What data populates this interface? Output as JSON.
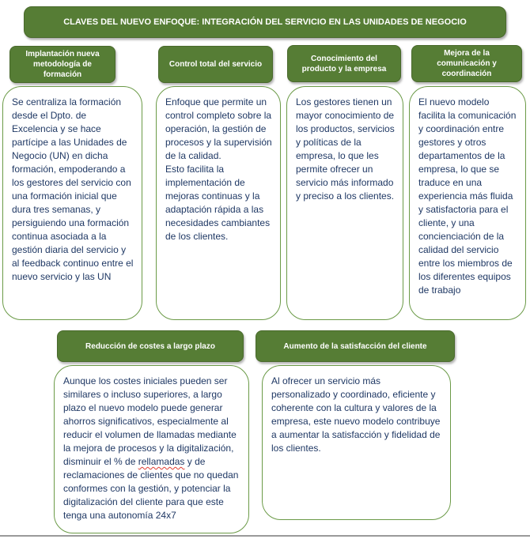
{
  "banner": {
    "text": "CLAVES DEL NUEVO ENFOQUE: INTEGRACIÓN DEL SERVICIO EN LAS UNIDADES DE NEGOCIO"
  },
  "cards": [
    {
      "title": "Implantación nueva metodología de formación",
      "body": "Se centraliza la formación desde el Dpto. de Excelencia y se hace partícipe a las Unidades de Negocio (UN) en dicha formación, empoderando a los gestores del servicio con una formación inicial que dura tres semanas, y persiguiendo una formación continua asociada a la gestión diaria del servicio y al feedback continuo entre el nuevo servicio y las UN"
    },
    {
      "title": "Control total del servicio",
      "body": "Enfoque que permite un control completo sobre la operación, la gestión de procesos y la supervisión de la calidad.\nEsto facilita la implementación de mejoras continuas y la adaptación rápida a las necesidades cambiantes de los clientes."
    },
    {
      "title": "Conocimiento del producto y la empresa",
      "body": "Los gestores tienen un mayor conocimiento de los productos, servicios y políticas de la empresa, lo que les permite ofrecer un servicio más informado y preciso a los clientes."
    },
    {
      "title": "Mejora de la comunicación y coordinación",
      "body": "El nuevo modelo facilita la comunicación y coordinación entre gestores y otros departamentos de la empresa, lo que se traduce en una experiencia más fluida y satisfactoria para el cliente, y una concienciación de la calidad del servicio entre los miembros de los diferentes equipos de trabajo"
    },
    {
      "title": "Reducción de costes a largo plazo",
      "body_before": "Aunque los costes iniciales pueden ser similares o incluso superiores, a largo plazo el nuevo modelo puede generar ahorros significativos, especialmente al reducir el volumen de llamadas mediante la mejora de procesos y la digitalización, disminuir el % de ",
      "body_misspelled": "rellamadas",
      "body_after": " y de reclamaciones de clientes que no quedan conformes con la gestión, y potenciar la digitalización del cliente para que este tenga una autonomía 24x7"
    },
    {
      "title": "Aumento de la satisfacción del cliente",
      "body": "Al ofrecer un servicio más personalizado y coordinado, eficiente y coherente con la cultura y valores de la empresa, este nuevo modelo contribuye a aumentar la satisfacción y fidelidad de los clientes."
    }
  ],
  "colors": {
    "header_green": "#567D35",
    "header_green_border": "#49692C",
    "body_border_green": "#6B9A47",
    "text_navy": "#1F3864",
    "squiggle_red": "#E03C31",
    "slide_edge_gray": "#9A9A9A"
  }
}
